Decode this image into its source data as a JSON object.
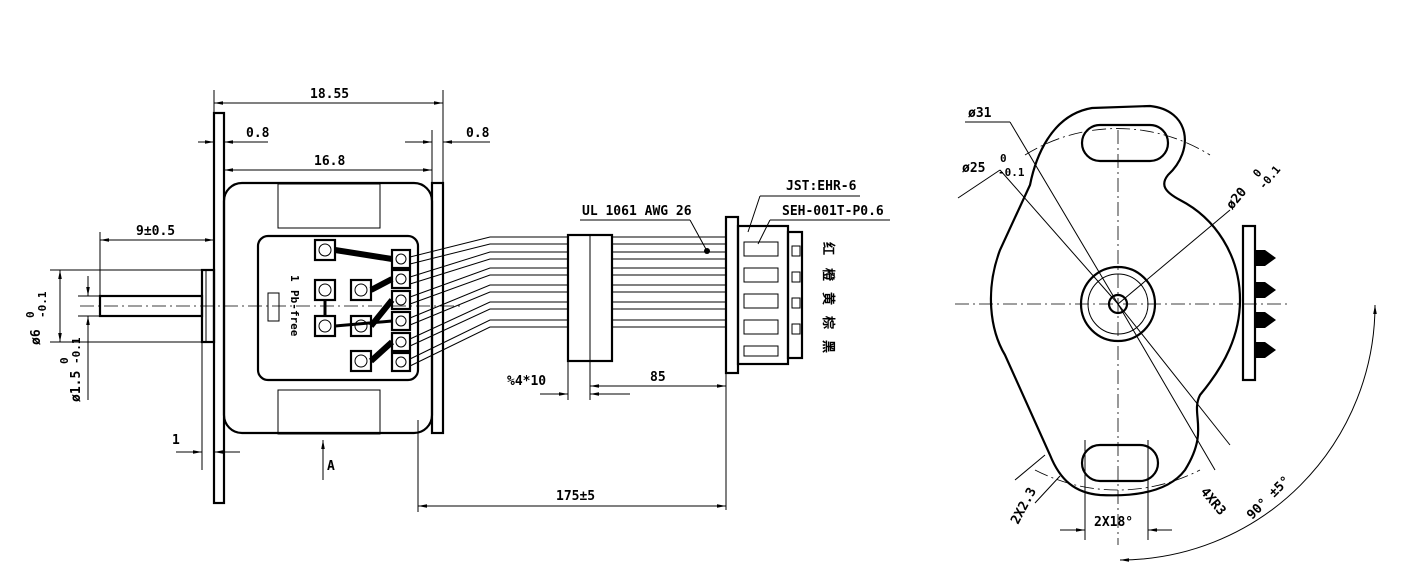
{
  "side_view": {
    "dim_total_width": "18.55",
    "dim_flange_left": "0.8",
    "dim_flange_right": "0.8",
    "dim_body_width": "16.8",
    "dim_shaft_length": "9±0.5",
    "dim_shaft_dia": "ø6",
    "dim_shaft_dia_tol": "0",
    "dim_shaft_dia_tol2": "-0.1",
    "dim_pin_dia": "ø1.5",
    "dim_pin_dia_tol": "0",
    "dim_pin_dia_tol2": "-0.1",
    "dim_flange_offset": "1",
    "view_marker": "A",
    "pcb_label_1": "1",
    "pcb_label_2": "Pb-free"
  },
  "cable": {
    "wire_spec": "UL 1061 AWG 26",
    "connector_model": "JST:EHR-6",
    "terminal_model": "SEH-001T-P0.6",
    "sleeve_spec": "%4*10",
    "dim_sleeve_to_connector": "85",
    "dim_cable_length": "175±5",
    "wire_colors": [
      "红",
      "橙",
      "黄",
      "棕",
      "黑"
    ]
  },
  "front_view": {
    "dim_outer_dia": "ø31",
    "dim_mount_dia": "ø25",
    "dim_mount_tol": "0",
    "dim_mount_tol2": "-0.1",
    "dim_pilot_dia": "ø20",
    "dim_pilot_tol": "0",
    "dim_pilot_tol2": "-0.1",
    "dim_slot_width": "2X2.3",
    "dim_slot_angle": "2X18°",
    "dim_radius": "4XR3",
    "dim_connector_angle": "90° ±5°"
  }
}
